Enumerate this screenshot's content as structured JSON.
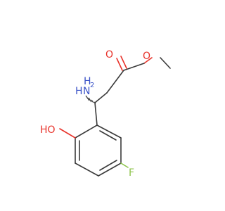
{
  "molecule": {
    "atoms": {
      "carbonyl_oxygen": "O",
      "ester_oxygen": "O",
      "amine": "H",
      "amine_n": "N",
      "amine_h2": "H",
      "amine_sub": "2",
      "hydroxyl": "HO",
      "fluorine": "F"
    },
    "colors": {
      "bond": "#3a3a3a",
      "oxygen": "#e8322a",
      "nitrogen": "#3c54c8",
      "fluorine": "#8cc34a"
    }
  }
}
